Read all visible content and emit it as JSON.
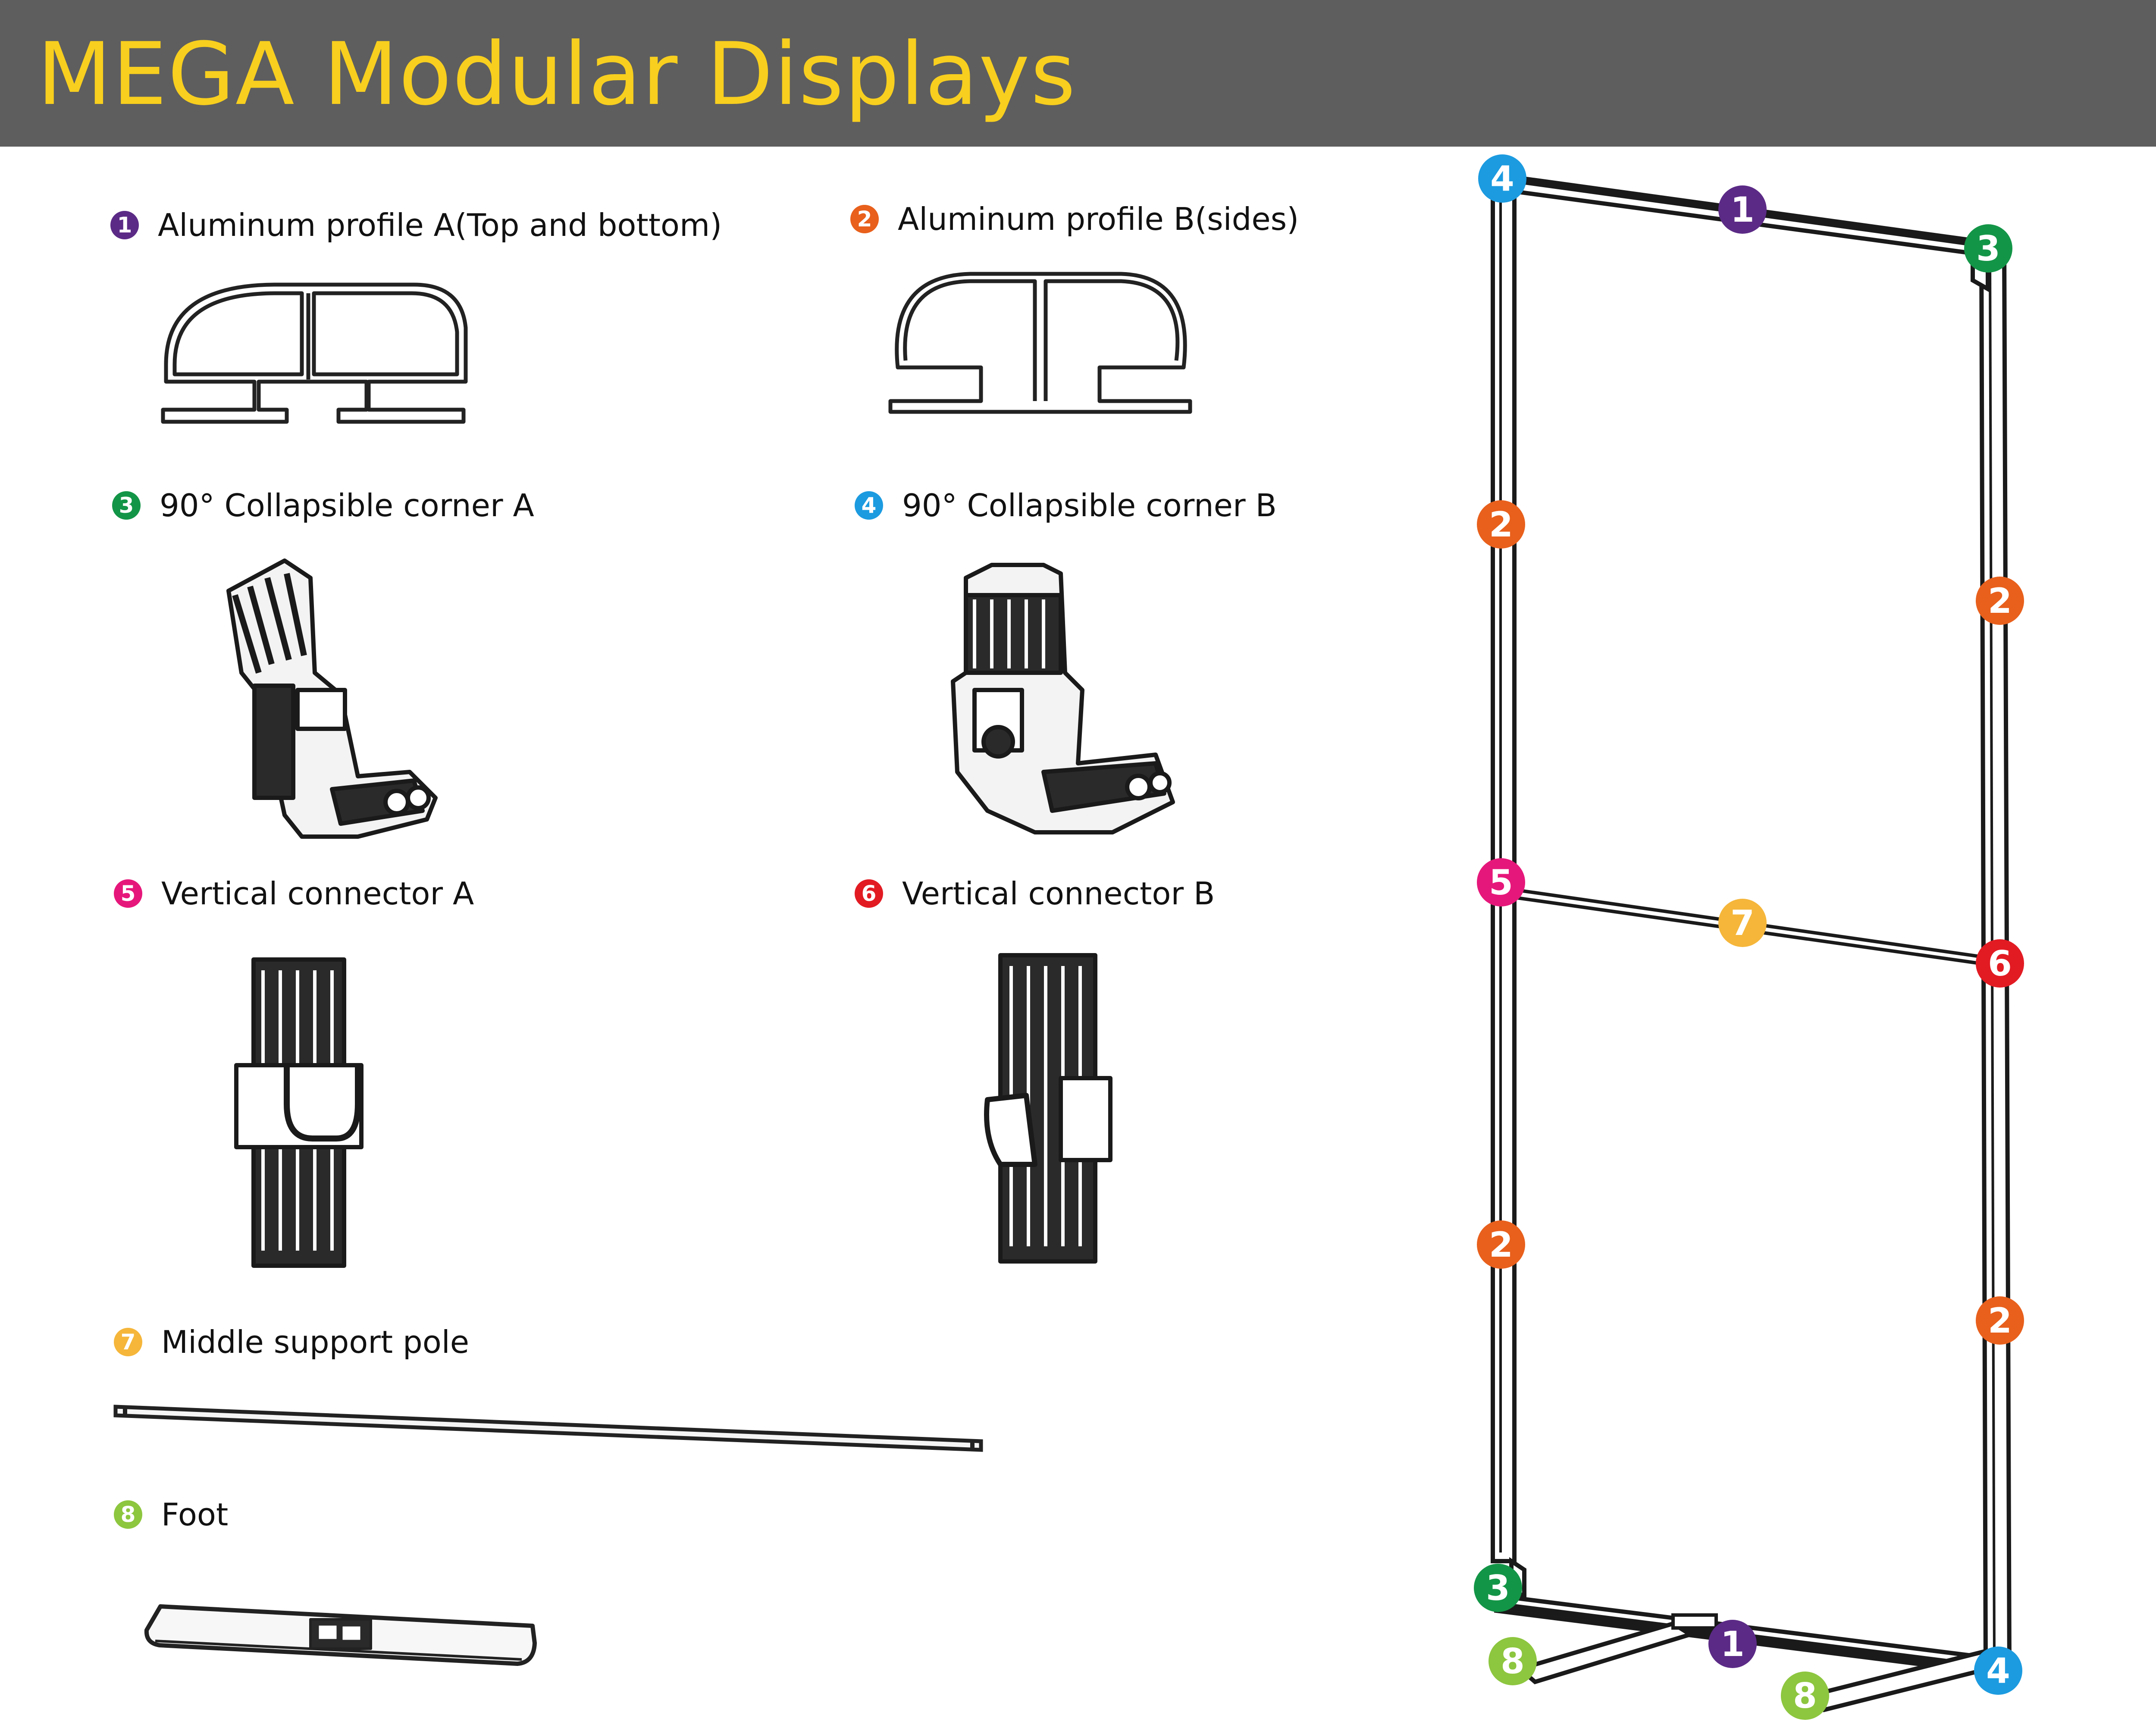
{
  "title": "MEGA Modular Displays",
  "colors": {
    "header_bg": "#5e5e5e",
    "title_text": "#f8cf1e",
    "part_1": "#5b2a86",
    "part_2": "#e8601c",
    "part_3": "#139547",
    "part_4": "#1c9be0",
    "part_5": "#e6177a",
    "part_6": "#e21b23",
    "part_7": "#f5b63a",
    "part_8": "#8dc63f"
  },
  "parts": [
    {
      "number": "1",
      "label": "Aluminum profile A(Top and bottom)",
      "icon": "profile-a-cross-section"
    },
    {
      "number": "2",
      "label": "Aluminum profile B(sides)",
      "icon": "profile-b-cross-section"
    },
    {
      "number": "3",
      "label": "90° Collapsible corner A",
      "icon": "corner-a-connector"
    },
    {
      "number": "4",
      "label": "90° Collapsible corner B",
      "icon": "corner-b-connector"
    },
    {
      "number": "5",
      "label": "Vertical connector A",
      "icon": "vertical-connector-a"
    },
    {
      "number": "6",
      "label": "Vertical connector B",
      "icon": "vertical-connector-b"
    },
    {
      "number": "7",
      "label": "Middle support pole",
      "icon": "support-pole"
    },
    {
      "number": "8",
      "label": "Foot",
      "icon": "foot-base"
    }
  ],
  "assembly_markers": [
    "4",
    "1",
    "3",
    "2",
    "2",
    "5",
    "7",
    "6",
    "2",
    "2",
    "3",
    "1",
    "4",
    "8",
    "8"
  ]
}
